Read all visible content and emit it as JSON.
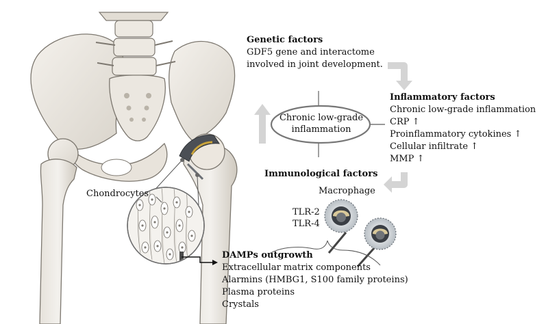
{
  "center": {
    "line1": "Chronic low-grade",
    "line2": "inflammation"
  },
  "genetic": {
    "title": "Genetic factors",
    "lines": [
      "GDF5 gene and interactome",
      "involved in joint development."
    ]
  },
  "inflammatory": {
    "title": "Inflammatory factors",
    "lines": [
      "Chronic low-grade inflammation",
      "CRP ↑",
      "Proinflammatory cytokines ↑",
      "Cellular infiltrate ↑",
      "MMP ↑"
    ]
  },
  "immunological": {
    "title": "Immunological factors",
    "macrophage": "Macrophage",
    "tlr2": "TLR-2",
    "tlr4": "TLR-4"
  },
  "damps": {
    "title": "DAMPs outgrowth",
    "lines": [
      "Extracellular matrix components",
      "Alarmins (HMBG1, S100 family proteins)",
      "Plasma proteins",
      "Crystals"
    ]
  },
  "chondrocytes_label": "Chondrocytes"
}
